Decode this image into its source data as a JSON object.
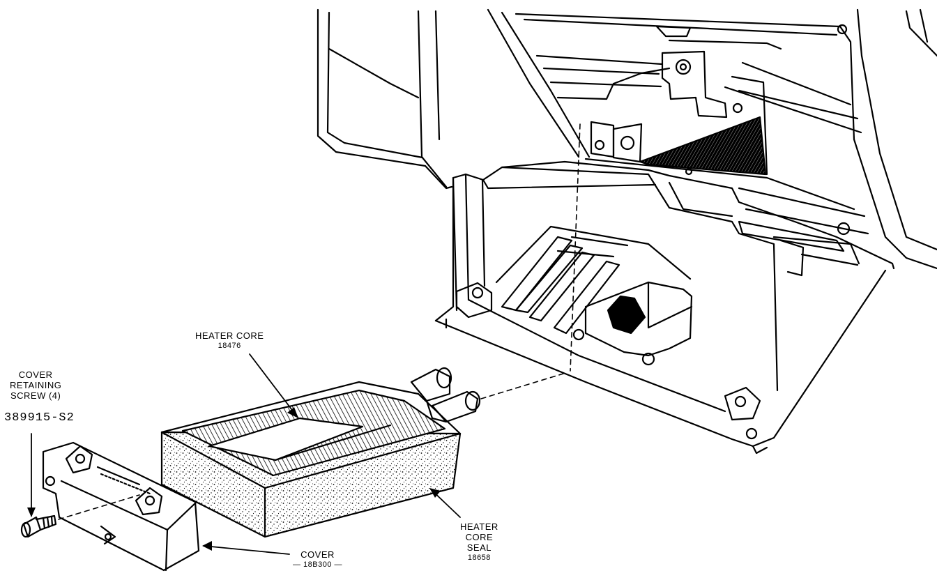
{
  "labels": {
    "heater_core": {
      "line1": "HEATER CORE",
      "line2": "18476"
    },
    "cover_retaining_screw": {
      "line1": "COVER",
      "line2": "RETAINING",
      "line3": "SCREW (4)",
      "part": "389915-S2"
    },
    "heater_core_seal": {
      "line1": "HEATER",
      "line2": "CORE",
      "line3": "SEAL",
      "line4": "18658"
    },
    "cover": {
      "line1": "COVER",
      "line2": "— 18B300 —"
    }
  },
  "colors": {
    "ink": "#000000",
    "paper": "#ffffff"
  }
}
